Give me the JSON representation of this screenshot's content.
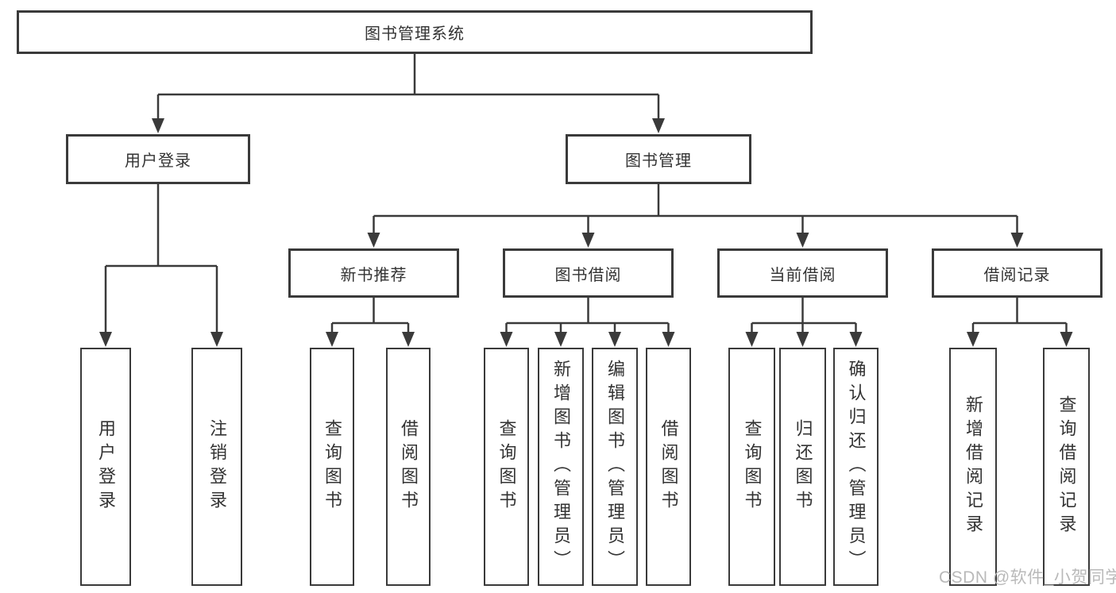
{
  "diagram_title": "图书管理系统",
  "colors": {
    "line": "#3a3a3a",
    "text": "#333333",
    "box_background": "#ffffff",
    "watermark": "#b9b9b9"
  },
  "nodes": {
    "root": {
      "label": "图书管理系统"
    },
    "user_login": {
      "label": "用户登录"
    },
    "book_management": {
      "label": "图书管理"
    },
    "login": {
      "label": "用户登录"
    },
    "logout": {
      "label": "注销登录"
    },
    "new_book_recommend": {
      "label": "新书推荐"
    },
    "book_borrowing": {
      "label": "图书借阅"
    },
    "current_borrowing": {
      "label": "当前借阅"
    },
    "borrowing_records": {
      "label": "借阅记录"
    },
    "nbr_query_books": {
      "label": "查询图书"
    },
    "nbr_borrow_books": {
      "label": "借阅图书"
    },
    "bb_query_books": {
      "label": "查询图书"
    },
    "bb_add_books": {
      "label": "新增图书（管理员）"
    },
    "bb_edit_books": {
      "label": "编辑图书（管理员）"
    },
    "bb_borrow_books": {
      "label": "借阅图书"
    },
    "cb_query_books": {
      "label": "查询图书"
    },
    "cb_return_books": {
      "label": "归还图书"
    },
    "cb_confirm_return": {
      "label": "确认归还（管理员）"
    },
    "br_add_record": {
      "label": "新增借阅记录"
    },
    "br_query_record": {
      "label": "查询借阅记录"
    }
  },
  "watermark": "CSDN @软件_小贺同学"
}
